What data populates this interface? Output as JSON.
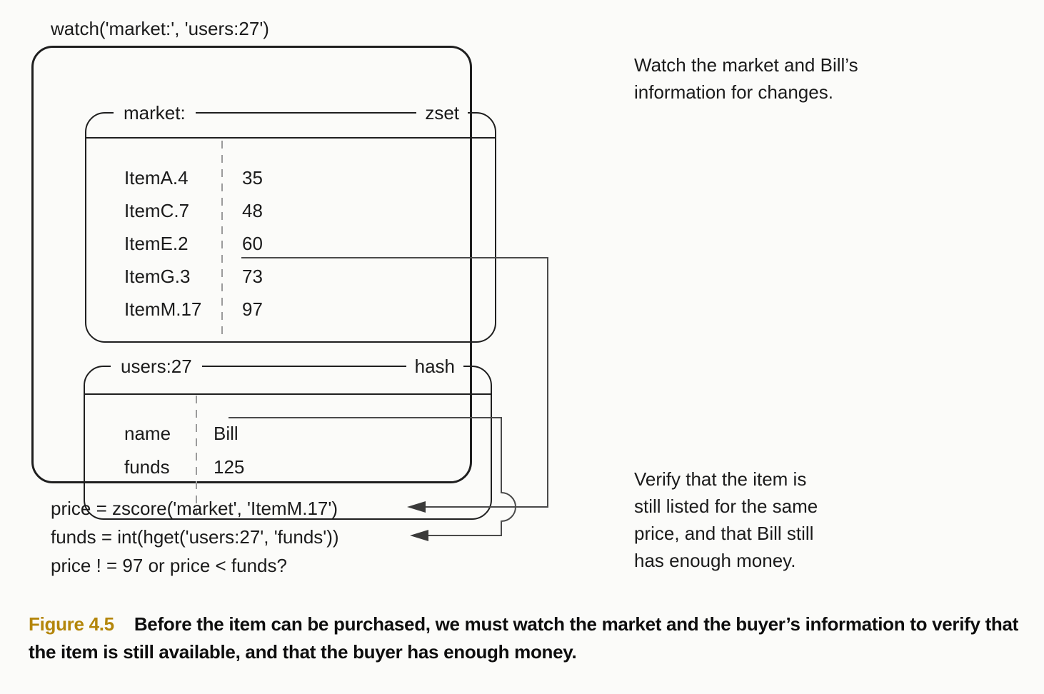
{
  "watch_call": "watch('market:', 'users:27')",
  "market_box": {
    "key": "market:",
    "type": "zset",
    "rows": [
      {
        "member": "ItemA.4",
        "score": "35"
      },
      {
        "member": "ItemC.7",
        "score": "48"
      },
      {
        "member": "ItemE.2",
        "score": "60"
      },
      {
        "member": "ItemG.3",
        "score": "73"
      },
      {
        "member": "ItemM.17",
        "score": "97"
      }
    ]
  },
  "users_box": {
    "key": "users:27",
    "type": "hash",
    "rows": [
      {
        "field": "name",
        "value": "Bill"
      },
      {
        "field": "funds",
        "value": "125"
      }
    ]
  },
  "code_lines": [
    "price = zscore('market', 'ItemM.17')",
    "funds = int(hget('users:27', 'funds'))",
    "price ! = 97 or price < funds?"
  ],
  "annotations": {
    "top": {
      "lines": [
        "Watch the market and Bill’s",
        "information for changes."
      ]
    },
    "bottom": {
      "lines": [
        "Verify that the item is",
        "still listed for the same",
        "price, and that Bill still",
        "has enough money."
      ]
    }
  },
  "caption": {
    "label": "Figure 4.5",
    "text": "Before the item can be purchased, we must watch the market and the buyer’s information to verify that the item is still available, and that the buyer has enough money."
  },
  "colors": {
    "figure_label": "#b4860b",
    "box_border": "#1f1f1f",
    "connector_line": "#4a4a4a",
    "column_divider": "#9b9b9b",
    "background": "#fbfbf9"
  }
}
